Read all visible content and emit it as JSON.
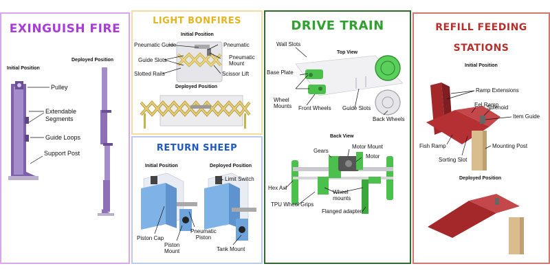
{
  "colors": {
    "extinguish_border": "#dba6ee",
    "extinguish_title": "#a93bd9",
    "bonfire_border": "#f4dd9d",
    "bonfire_title": "#e2b622",
    "sheep_border": "#b9cbee",
    "sheep_title": "#1f57c9",
    "drive_border": "#2f6a2b",
    "drive_title": "#2fa12f",
    "refill_border": "#d0766d",
    "refill_title": "#b5302c",
    "purple_part": "#8e6fb8",
    "brass_part": "#d7c36a",
    "blue_part": "#7fb2e6",
    "green_part": "#4cc04c",
    "red_part": "#a4282a",
    "wood_part": "#d9bd8f"
  },
  "extinguish": {
    "title": "EXINGUISH FIRE",
    "initial": "Initial Position",
    "deployed": "Deployed Position",
    "labels": {
      "pulley": "Pulley",
      "extendable": "Extendable\nSegments",
      "guide_loops": "Guide Loops",
      "support_post": "Support Post"
    }
  },
  "bonfires": {
    "title": "LIGHT BONFIRES",
    "initial": "Initial Position",
    "deployed": "Deployed Position",
    "labels": {
      "pneumatic_guide": "Pneumatic Guide",
      "pneumatic": "Pneumatic",
      "guide_slots": "Guide Slots",
      "pneumatic_mount": "Pneumatic\nMount",
      "slotted_rails": "Slotted Rails",
      "scissor_lift": "Scissor Lift"
    }
  },
  "sheep": {
    "title": "RETURN SHEEP",
    "initial": "Initial Position",
    "deployed": "Deployed Position",
    "labels": {
      "limit_switch": "Limit Switch",
      "piston_cap": "Piston Cap",
      "pneumatic_piston": "Pneumatic\nPiston",
      "piston_mount": "Piston\nMount",
      "tank_mount": "Tank Mount"
    }
  },
  "drive": {
    "title": "DRIVE TRAIN",
    "top_view": "Top View",
    "back_view": "Back View",
    "labels": {
      "wall_slots": "Wall Slots",
      "base_plate": "Base Plate",
      "wheel_mounts": "Wheel\nMounts",
      "front_wheels": "Front Wheels",
      "guide_slots": "Guide Slots",
      "back_wheels": "Back Wheels",
      "gears": "Gears",
      "motor_mount": "Motor Mount",
      "motor": "Motor",
      "hex_axl": "Hex Axl",
      "wheel_mounts_back": "Wheel\nmounts",
      "tpu_grips": "TPU Wheel Grips",
      "flanged_adapter": "Flanged adapter"
    }
  },
  "refill": {
    "title_line1": "REFILL FEEDING",
    "title_line2": "STATIONS",
    "initial": "Initial Position",
    "deployed": "Deployed Position",
    "labels": {
      "ramp_extensions": "Ramp Extensions",
      "eel_ramp": "Eel Ramp",
      "solenoid": "Solenoid",
      "item_guide": "Item Guide",
      "fish_ramp": "Fish Ramp",
      "sorting_slot": "Sorting Slot",
      "mounting_post": "Mounting Post"
    }
  }
}
